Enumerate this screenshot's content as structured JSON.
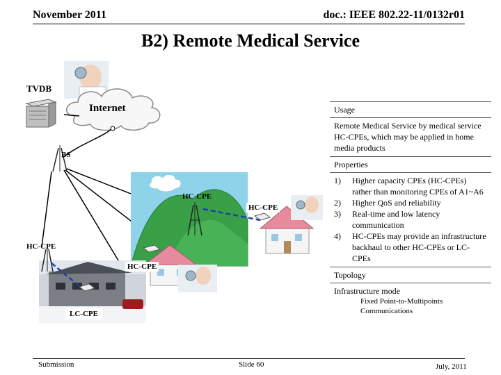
{
  "header": {
    "date": "November 2011",
    "doc": "doc.: IEEE 802.22-11/0132r01"
  },
  "title": "B2) Remote Medical Service",
  "diagram": {
    "tvdb": "TVDB",
    "internet": "Internet",
    "bs": "BS",
    "hc_cpe_tower": "HC-CPE",
    "hc_cpe_house": "HC-CPE",
    "hc_cpe_left": "HC-CPE",
    "hc_cpe_bottom": "HC-CPE",
    "lc_cpe": "LC-CPE"
  },
  "panel": {
    "usage_head": "Usage",
    "usage_body": "Remote Medical Service by  medical service HC-CPEs, which may be applied in home media products",
    "properties_head": "Properties",
    "properties": [
      {
        "num": "1)",
        "text": "Higher capacity CPEs (HC-CPEs) rather than monitoring CPEs of A1~A6"
      },
      {
        "num": "2)",
        "text": "Higher QoS and reliability"
      },
      {
        "num": "3)",
        "text": "Real-time and low latency communication"
      },
      {
        "num": "4)",
        "text": "HC-CPEs may provide an infrastructure backhaul to other HC-CPEs or LC-CPEs"
      }
    ],
    "topology_head": "Topology",
    "topology_body": "Infrastructure mode",
    "topology_detail": "Fixed Point-to-Multipoints Communications"
  },
  "footer": {
    "left": "Submission",
    "center": "Slide 60",
    "right": "July, 2011"
  },
  "colors": {
    "sky": "#8fd3ea",
    "hill": "#3aa047",
    "window_bg": "#ffffff"
  }
}
